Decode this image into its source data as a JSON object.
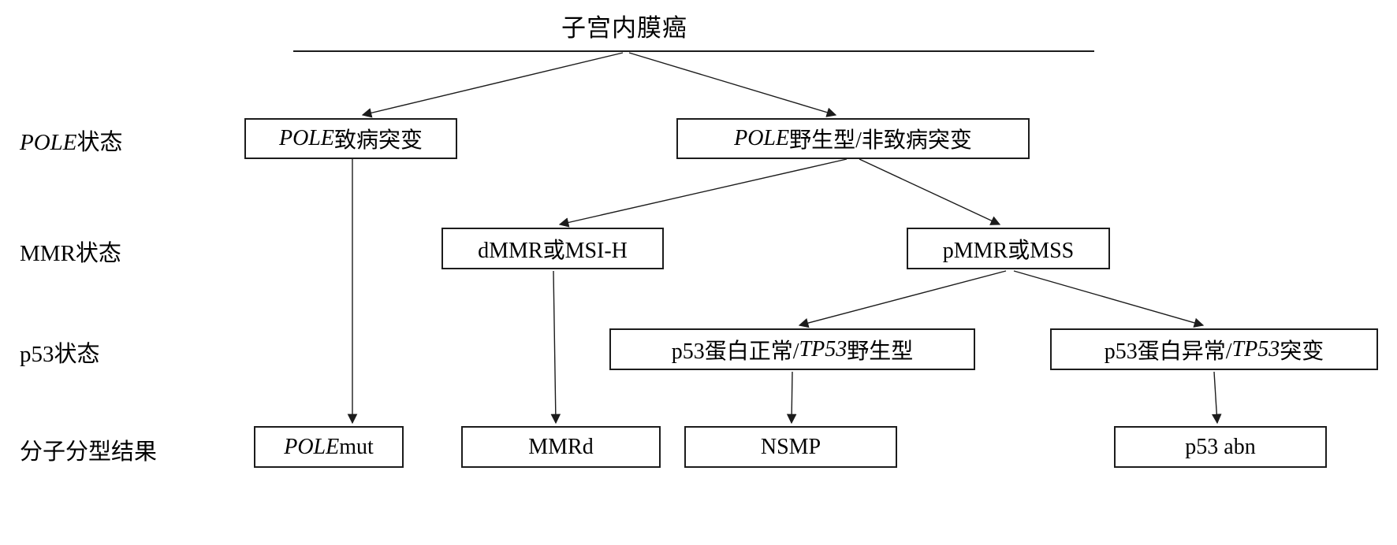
{
  "diagram": {
    "type": "flowchart",
    "title": "子宫内膜癌",
    "row_labels": [
      {
        "id": "pole-status",
        "pre": "",
        "em": "POLE",
        "post": "状态"
      },
      {
        "id": "mmr-status",
        "pre": "MMR状态",
        "em": "",
        "post": ""
      },
      {
        "id": "p53-status",
        "pre": "p53状态",
        "em": "",
        "post": ""
      },
      {
        "id": "result",
        "pre": "分子分型结果",
        "em": "",
        "post": ""
      }
    ],
    "nodes": [
      {
        "id": "pole-pathogenic",
        "pre": "",
        "em": "POLE",
        "post": "致病突变"
      },
      {
        "id": "pole-wildtype",
        "pre": "",
        "em": "POLE",
        "post": "野生型/非致病突变"
      },
      {
        "id": "dmmr-msih",
        "pre": "dMMR或MSI-H",
        "em": "",
        "post": ""
      },
      {
        "id": "pmmr-mss",
        "pre": "pMMR或MSS",
        "em": "",
        "post": ""
      },
      {
        "id": "p53-normal",
        "pre": "p53蛋白正常/",
        "em": "TP53",
        "post": "野生型"
      },
      {
        "id": "p53-abnormal",
        "pre": "p53蛋白异常/",
        "em": "TP53",
        "post": "突变"
      },
      {
        "id": "result-pole-mut",
        "pre": "",
        "em": "POLE",
        "post": " mut"
      },
      {
        "id": "result-mmrd",
        "pre": "MMRd",
        "em": "",
        "post": ""
      },
      {
        "id": "result-nsmp",
        "pre": "NSMP",
        "em": "",
        "post": ""
      },
      {
        "id": "result-p53-abn",
        "pre": "p53 abn",
        "em": "",
        "post": ""
      }
    ],
    "edges": [
      {
        "from": "title",
        "to": "pole-pathogenic"
      },
      {
        "from": "title",
        "to": "pole-wildtype"
      },
      {
        "from": "pole-pathogenic",
        "to": "result-pole-mut"
      },
      {
        "from": "pole-wildtype",
        "to": "dmmr-msih"
      },
      {
        "from": "pole-wildtype",
        "to": "pmmr-mss"
      },
      {
        "from": "dmmr-msih",
        "to": "result-mmrd"
      },
      {
        "from": "pmmr-mss",
        "to": "p53-normal"
      },
      {
        "from": "pmmr-mss",
        "to": "p53-abnormal"
      },
      {
        "from": "p53-normal",
        "to": "result-nsmp"
      },
      {
        "from": "p53-abnormal",
        "to": "result-p53-abn"
      }
    ],
    "colors": {
      "line": "#1c1c1c",
      "box_border": "#1c1c1c",
      "text": "#000000",
      "background": "#ffffff"
    }
  }
}
